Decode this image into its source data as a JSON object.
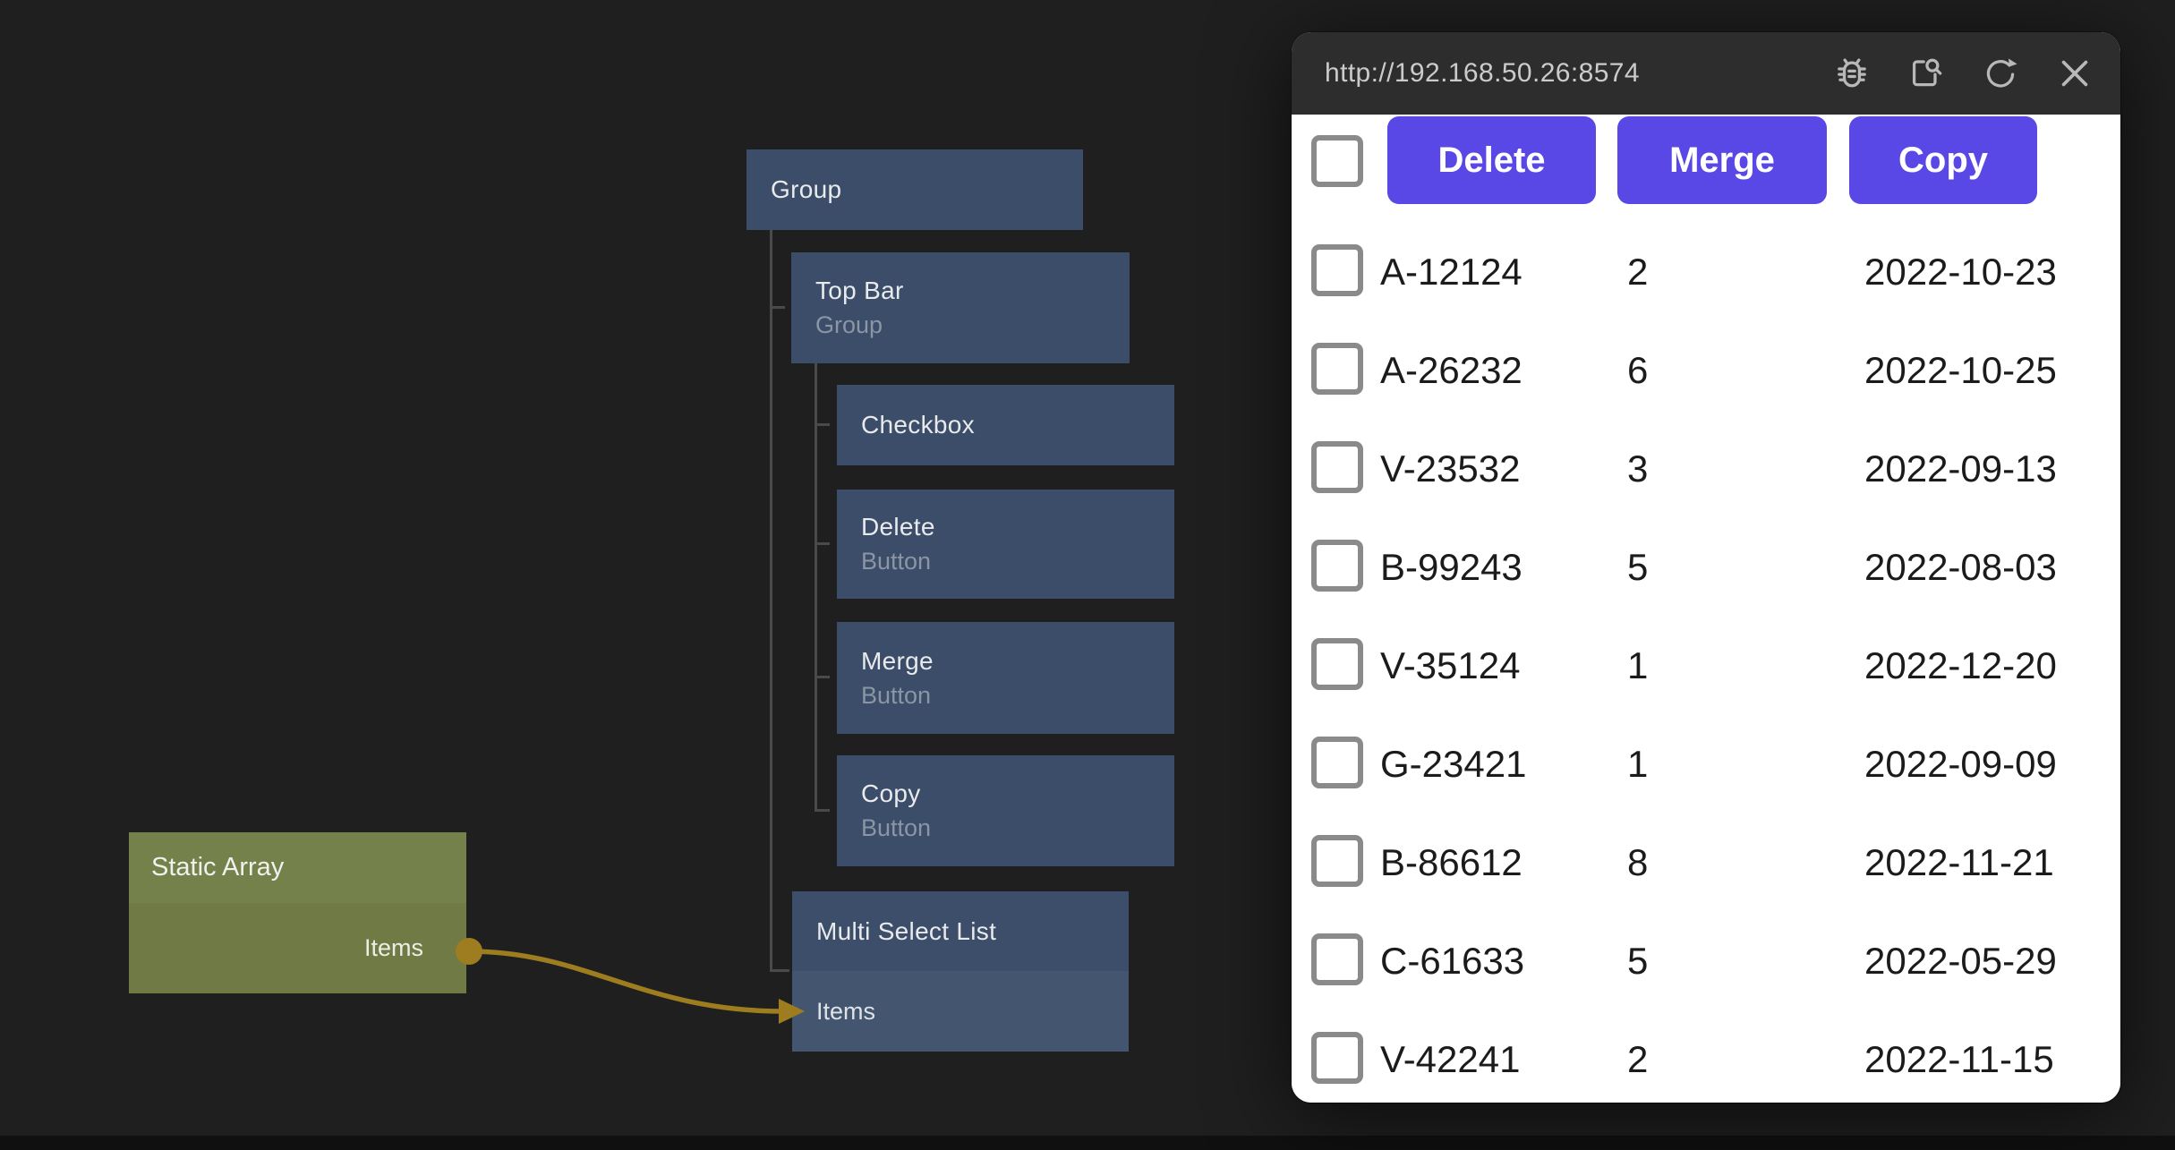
{
  "editor": {
    "tree_nodes": [
      {
        "title": "Group",
        "subtitle": ""
      },
      {
        "title": "Top Bar",
        "subtitle": "Group"
      },
      {
        "title": "Checkbox",
        "subtitle": ""
      },
      {
        "title": "Delete",
        "subtitle": "Button"
      },
      {
        "title": "Merge",
        "subtitle": "Button"
      },
      {
        "title": "Copy",
        "subtitle": "Button"
      },
      {
        "title": "Multi Select List",
        "input_port": "Items"
      }
    ],
    "data_node": {
      "title": "Static Array",
      "output_port": "Items"
    },
    "colors": {
      "canvas_bg": "#1f1f1f",
      "node": "#3b4d69",
      "data_node_header": "#75814a",
      "data_node_body": "#6f7a44",
      "edge": "#9d7d1f",
      "tree_line": "#4a4a4a"
    }
  },
  "preview": {
    "url": "http://192.168.50.26:8574",
    "icons": [
      "debug-icon",
      "inspect-icon",
      "refresh-icon",
      "close-icon"
    ],
    "action_buttons": {
      "delete": "Delete",
      "merge": "Merge",
      "copy": "Copy"
    },
    "accent_color": "#5a48e6",
    "rows": [
      {
        "id": "A-12124",
        "qty": "2",
        "date": "2022-10-23"
      },
      {
        "id": "A-26232",
        "qty": "6",
        "date": "2022-10-25"
      },
      {
        "id": "V-23532",
        "qty": "3",
        "date": "2022-09-13"
      },
      {
        "id": "B-99243",
        "qty": "5",
        "date": "2022-08-03"
      },
      {
        "id": "V-35124",
        "qty": "1",
        "date": "2022-12-20"
      },
      {
        "id": "G-23421",
        "qty": "1",
        "date": "2022-09-09"
      },
      {
        "id": "B-86612",
        "qty": "8",
        "date": "2022-11-21"
      },
      {
        "id": "C-61633",
        "qty": "5",
        "date": "2022-05-29"
      },
      {
        "id": "V-42241",
        "qty": "2",
        "date": "2022-11-15"
      }
    ]
  }
}
